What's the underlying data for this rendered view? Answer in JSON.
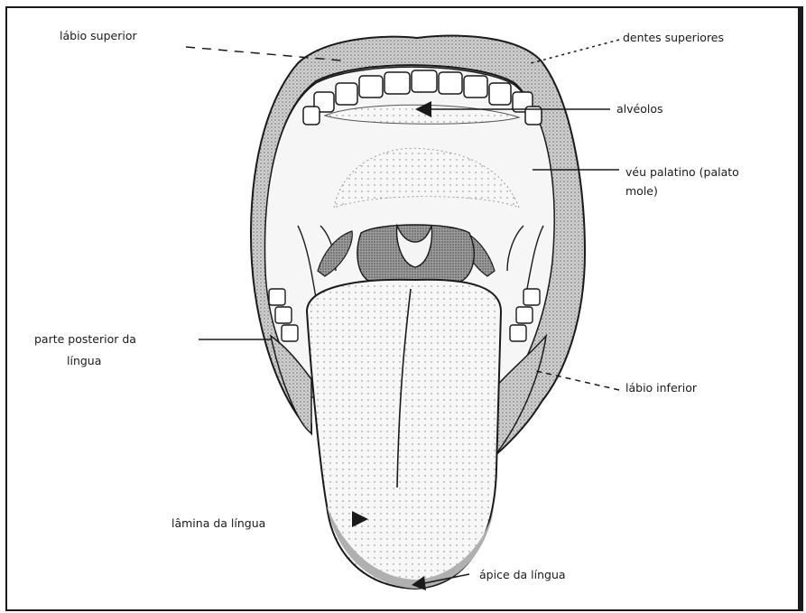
{
  "figure": {
    "labels": {
      "labio_superior": "lábio superior",
      "dentes_superiores": "dentes superiores",
      "alveolos": "alvéolos",
      "veu_palatino_line1": "véu palatino (palato",
      "veu_palatino_line2": "mole)",
      "parte_posterior_line1": "parte posterior da",
      "parte_posterior_line2": "língua",
      "labio_inferior": "lábio inferior",
      "lamina": "lâmina da língua",
      "apice": "ápice da língua"
    }
  },
  "colors": {
    "ink": "#1a1a1a",
    "lip_shading": "#bdbdbd",
    "tonsil_shading": "#8a8a8a",
    "tissue_light": "#f4f4f4"
  }
}
